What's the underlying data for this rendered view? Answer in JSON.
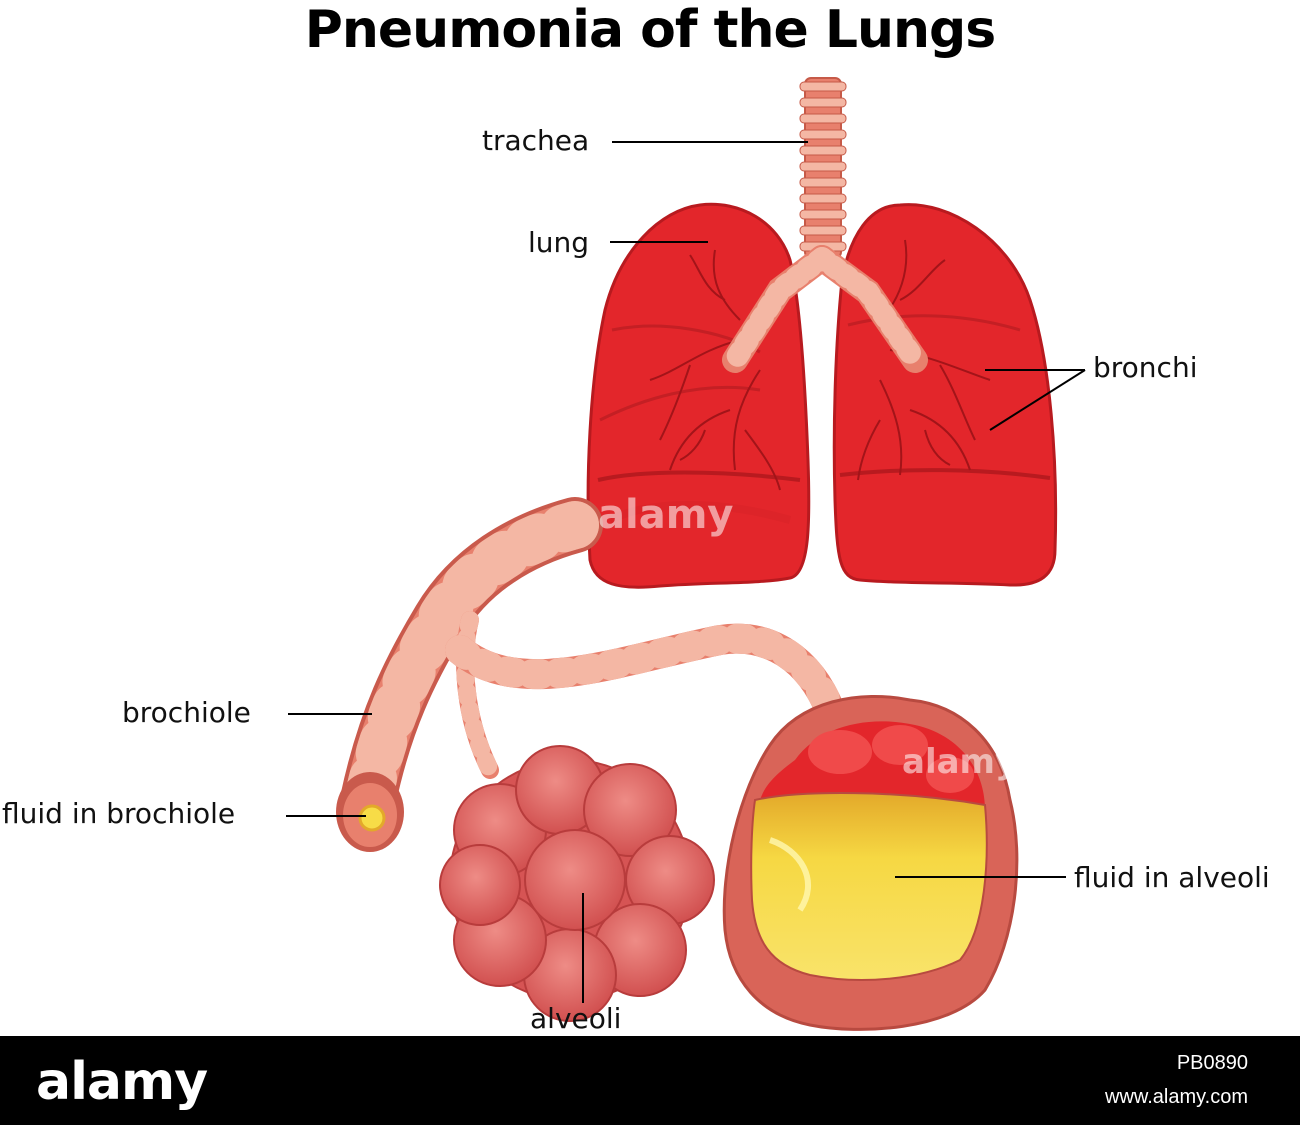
{
  "title": "Pneumonia of the Lungs",
  "labels": {
    "trachea": "trachea",
    "lung": "lung",
    "bronchi": "bronchi",
    "brochiole": "brochiole",
    "fluid_in_brochiole": "fluid in brochiole",
    "fluid_in_alveoli": "fluid in alveoli",
    "alveoli": "alveoli"
  },
  "watermark": "alamy",
  "footer": {
    "brand": "alamy",
    "image_id": "PB0890",
    "url": "www.alamy.com"
  },
  "colors": {
    "lung_red": "#e3262b",
    "lung_dark": "#b81a1f",
    "airway": "#e8806d",
    "airway_ring": "#f4b7a4",
    "alveoli_pink": "#e0625f",
    "fluid_yellow": "#f7dc47",
    "footer_bg": "#000000"
  }
}
